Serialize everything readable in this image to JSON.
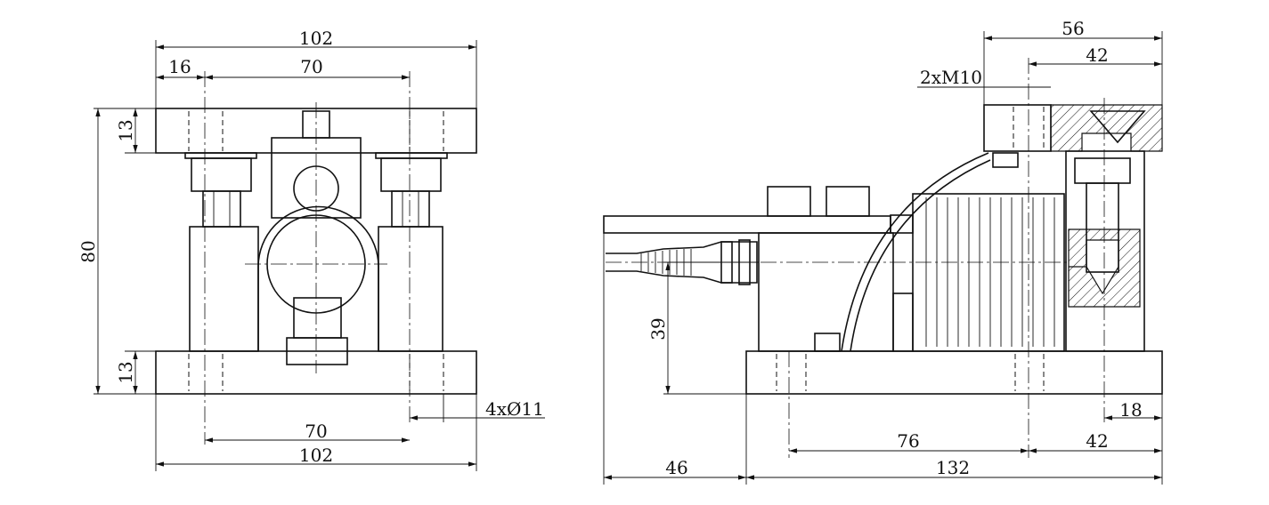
{
  "front_view": {
    "overall_width_top": "102",
    "bolt_offset": "16",
    "bolt_spacing_top": "70",
    "top_plate_thickness": "13",
    "overall_height": "80",
    "bottom_plate_thickness": "13",
    "bolt_spacing_bottom": "70",
    "overall_width_bottom": "102",
    "mounting_holes": "4xØ11"
  },
  "side_view": {
    "top_width": "56",
    "top_hole_offset": "42",
    "thread_callout": "2xM10",
    "cable_height": "39",
    "hole_spacing": "76",
    "right_offset": "42",
    "edge_offset": "18",
    "cable_length": "46",
    "base_length": "132"
  }
}
